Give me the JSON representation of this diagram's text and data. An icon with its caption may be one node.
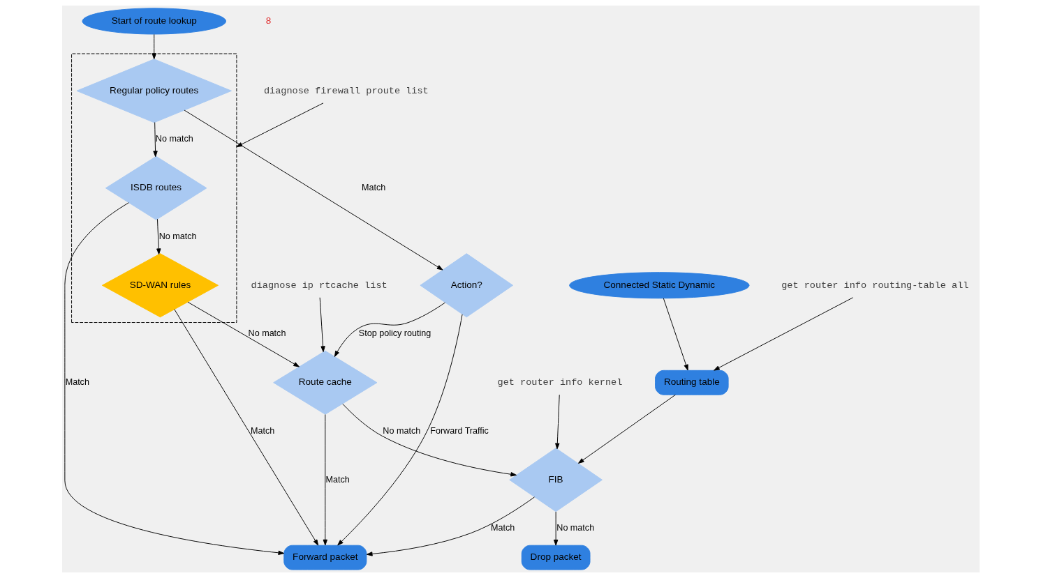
{
  "diagram": {
    "nodes": [
      {
        "text": [],
        "shape": "box"
      },
      {
        "text": [
          "Start of route lookup"
        ]
      },
      {
        "text": [
          "Regular policy routes"
        ],
        "in": 0
      },
      {
        "text": [
          "ISDB routes"
        ],
        "in": 0
      },
      {
        "text": [
          "SD-WAN rules"
        ],
        "in": 0
      },
      {
        "text": [
          "Action?"
        ]
      },
      {
        "text": [
          "Forward packet"
        ]
      },
      {
        "text": [
          "diagnose firewall proute list"
        ]
      },
      {
        "text": [
          "Route cache"
        ]
      },
      {
        "text": [
          "diagnose ip rtcache list"
        ]
      },
      {
        "text": [
          "get router info routing-table all"
        ]
      },
      {
        "text": [
          "Connected Static Dynamic"
        ]
      },
      {
        "text": [
          "Routing table"
        ]
      },
      {
        "text": [
          "FIB"
        ]
      },
      {
        "text": [
          "get router info kernel"
        ]
      },
      {
        "text": [
          "Drop packet"
        ]
      }
    ],
    "edges": [
      {
        "from": 1,
        "to": 2,
        "arrow": "to"
      },
      {
        "from": 2,
        "to": 5,
        "arrow": "to",
        "label": "Match"
      },
      {
        "from": 2,
        "to": 3,
        "arrow": "to",
        "label": "No match"
      },
      {
        "from": 3,
        "to": 4,
        "arrow": "to",
        "label": "No match"
      },
      {
        "from": 3,
        "to": 6,
        "arrow": "to",
        "label": "Match"
      },
      {
        "from": 4,
        "to": 8,
        "arrow": "to",
        "label": "No match"
      },
      {
        "from": 4,
        "to": 6,
        "arrow": "to",
        "label": "Match"
      },
      {
        "from": 5,
        "to": 6,
        "arrow": "to",
        "label": "Forward Traffic"
      },
      {
        "from": 5,
        "to": 8,
        "arrow": "to",
        "label": "Stop policy routing"
      },
      {
        "from": 7,
        "to": 0,
        "arrow": "to"
      },
      {
        "from": 9,
        "to": 8,
        "arrow": "to"
      },
      {
        "from": 8,
        "to": 13,
        "arrow": "to",
        "label": "No match"
      },
      {
        "from": 8,
        "to": 6,
        "arrow": "to",
        "label": "Match"
      },
      {
        "from": 10,
        "to": 12,
        "arrow": "to"
      },
      {
        "from": 11,
        "to": 12,
        "arrow": "to"
      },
      {
        "from": 12,
        "to": 13,
        "arrow": "to"
      },
      {
        "from": 14,
        "to": 13,
        "arrow": "to"
      },
      {
        "from": 13,
        "to": 6,
        "arrow": "to",
        "label": "Match"
      },
      {
        "from": 13,
        "to": 15,
        "arrow": "to",
        "label": "No match"
      }
    ],
    "labels": [
      "8"
    ]
  }
}
